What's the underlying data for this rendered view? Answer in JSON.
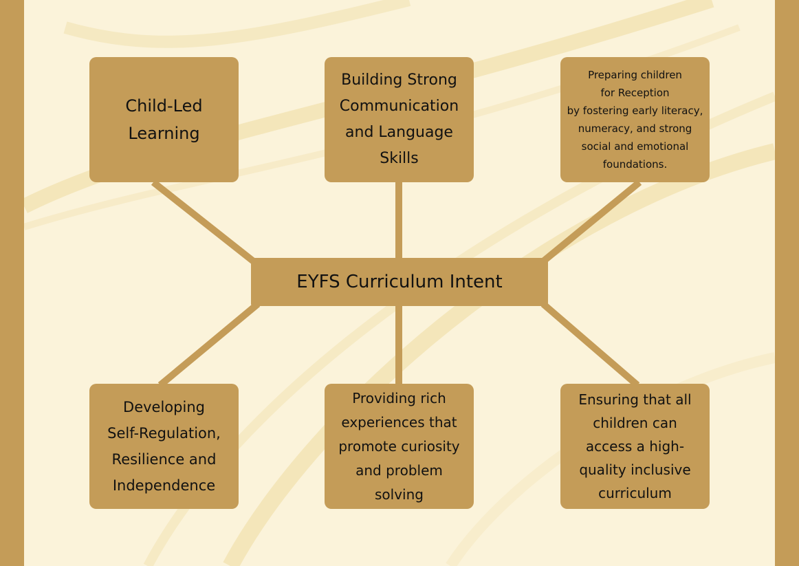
{
  "colors": {
    "frame": "#c49c58",
    "background": "#fbf3da",
    "box": "#c49c58",
    "text": "#111111"
  },
  "center": {
    "label": "EYFS Curriculum Intent"
  },
  "nodes": [
    {
      "id": "top-left",
      "lines": [
        "Child-Led",
        "Learning"
      ]
    },
    {
      "id": "top-middle",
      "lines": [
        "Building Strong",
        "Communication",
        "and Language",
        "Skills"
      ]
    },
    {
      "id": "top-right",
      "lines": [
        "Preparing children",
        "for Reception",
        "by fostering early literacy,",
        "numeracy, and strong",
        "social and emotional",
        "foundations."
      ]
    },
    {
      "id": "bottom-left",
      "lines": [
        "Developing",
        "Self-Regulation,",
        "Resilience and",
        "Independence"
      ]
    },
    {
      "id": "bottom-middle",
      "lines": [
        "Providing rich",
        "experiences that",
        "promote curiosity",
        "and problem",
        "solving"
      ]
    },
    {
      "id": "bottom-right",
      "lines": [
        "Ensuring that all",
        "children can",
        "access a high-",
        "quality inclusive",
        "curriculum"
      ]
    }
  ]
}
